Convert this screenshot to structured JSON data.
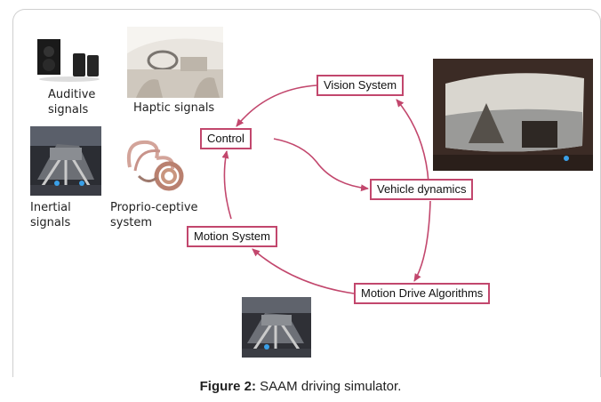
{
  "boxes": {
    "vision": "Vision System",
    "control": "Control",
    "vehicle": "Vehicle dynamics",
    "motion_system": "Motion System",
    "motion_drive": "Motion Drive Algorithms"
  },
  "signal_labels": {
    "auditive": "Auditive\nsignals",
    "haptic": "Haptic signals",
    "inertial": "Inertial\nsignals",
    "proprioceptive": "Proprio-ceptive\nsystem"
  },
  "caption": {
    "prefix": "Figure 2:",
    "text": " SAAM driving simulator."
  },
  "colors": {
    "box_border": "#c2476d",
    "arrow": "#c2476d"
  }
}
